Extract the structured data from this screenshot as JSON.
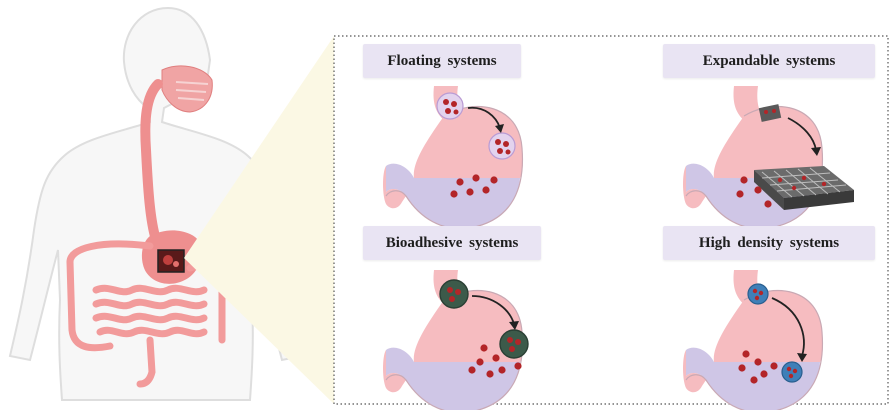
{
  "panels": [
    {
      "label": "Floating  systems"
    },
    {
      "label": "Expandable systems"
    },
    {
      "label": "Bioadhesive   systems"
    },
    {
      "label": "High density systems"
    }
  ],
  "colors": {
    "body_outline": "#e2e2e2",
    "digestive_tract": "#ee8f8f",
    "stomach_upper": "#f6bcc0",
    "stomach_lower": "#cfc6e6",
    "panel_label_bg": "#e9e4f3",
    "drug_particle": "#b32528",
    "callout_bg": "#fbf8e4"
  }
}
